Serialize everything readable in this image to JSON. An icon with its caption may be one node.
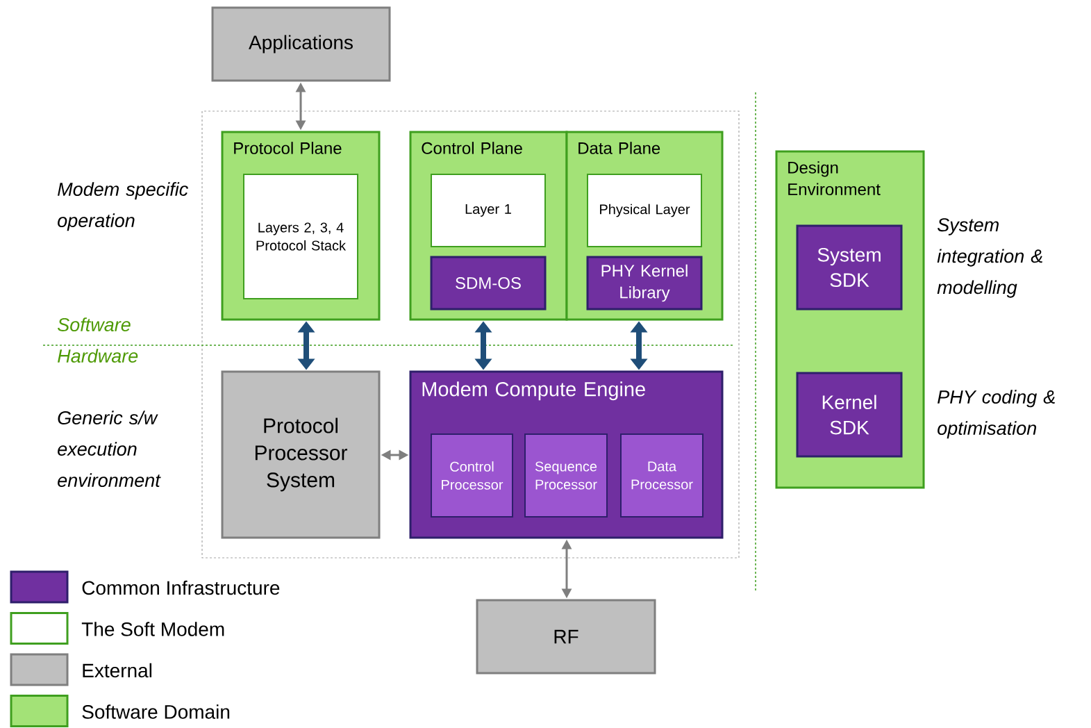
{
  "diagram": {
    "nodes": [
      {
        "text": [
          "Applications"
        ]
      },
      {
        "text": [
          "Protocol Plane"
        ]
      },
      {
        "text": [
          "Layers 2, 3, 4 Protocol Stack"
        ],
        "in": 1
      },
      {
        "text": [
          "Control Plane"
        ]
      },
      {
        "text": [
          "Layer 1"
        ],
        "in": 3
      },
      {
        "text": [
          "SDM-OS"
        ],
        "in": 3
      },
      {
        "text": [
          "Data Plane"
        ]
      },
      {
        "text": [
          "Physical Layer"
        ],
        "in": 6
      },
      {
        "text": [
          "PHY Kernel Library"
        ],
        "in": 6
      },
      {
        "text": [
          "Protocol Processor System"
        ]
      },
      {
        "text": [
          "Modem Compute Engine"
        ]
      },
      {
        "text": [
          "Control Processor"
        ],
        "in": 10
      },
      {
        "text": [
          "Sequence Processor"
        ],
        "in": 10
      },
      {
        "text": [
          "Data Processor"
        ],
        "in": 10
      },
      {
        "text": [
          "RF"
        ]
      },
      {
        "text": [
          "Design Environment"
        ]
      },
      {
        "text": [
          "System SDK"
        ],
        "in": 15
      },
      {
        "text": [
          "Kernel SDK"
        ],
        "in": 15
      }
    ],
    "edges": [
      {
        "from": 0,
        "to": 1,
        "arrow": "both"
      },
      {
        "from": 1,
        "to": 9,
        "arrow": "both",
        "style": "thick",
        "color": "#1f4e79"
      },
      {
        "from": 3,
        "to": 10,
        "arrow": "both",
        "style": "thick",
        "color": "#1f4e79"
      },
      {
        "from": 6,
        "to": 10,
        "arrow": "both",
        "style": "thick",
        "color": "#1f4e79"
      },
      {
        "from": 9,
        "to": 10,
        "arrow": "both"
      },
      {
        "from": 10,
        "to": 14,
        "arrow": "both"
      }
    ],
    "labels": [
      "Modem specific operation",
      "Software",
      "Hardware",
      "Generic s/w execution environment",
      "System integration & modelling",
      "PHY coding & optimisation"
    ],
    "legend": [
      {
        "text": "Common Infrastructure",
        "color": "#7030a0"
      },
      {
        "text": "The Soft Modem"
      },
      {
        "text": "External",
        "color": "#bfbfbf"
      },
      {
        "text": "Software Domain",
        "color": "#a3e277"
      }
    ]
  }
}
